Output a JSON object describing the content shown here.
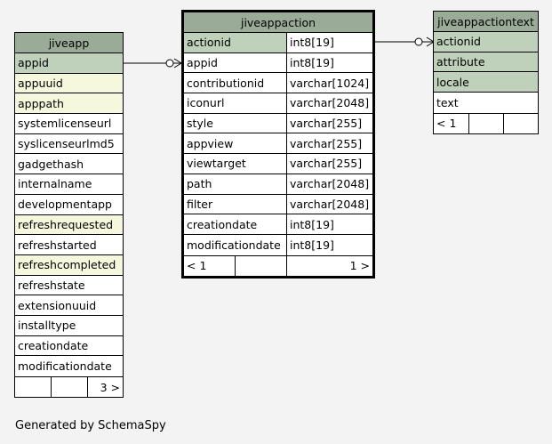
{
  "diagram": {
    "tables": {
      "jiveapp": {
        "name": "jiveapp",
        "columns": [
          {
            "name": "appid",
            "kind": "pk"
          },
          {
            "name": "appuuid",
            "kind": "idx"
          },
          {
            "name": "apppath",
            "kind": "idx"
          },
          {
            "name": "systemlicenseurl",
            "kind": "plain"
          },
          {
            "name": "syslicenseurlmd5",
            "kind": "plain"
          },
          {
            "name": "gadgethash",
            "kind": "plain"
          },
          {
            "name": "internalname",
            "kind": "plain"
          },
          {
            "name": "developmentapp",
            "kind": "plain"
          },
          {
            "name": "refreshrequested",
            "kind": "idx"
          },
          {
            "name": "refreshstarted",
            "kind": "plain"
          },
          {
            "name": "refreshcompleted",
            "kind": "idx"
          },
          {
            "name": "refreshstate",
            "kind": "plain"
          },
          {
            "name": "extensionuuid",
            "kind": "plain"
          },
          {
            "name": "installtype",
            "kind": "plain"
          },
          {
            "name": "creationdate",
            "kind": "plain"
          },
          {
            "name": "modificationdate",
            "kind": "plain"
          }
        ],
        "footer": {
          "parents": "",
          "children": "3 >"
        }
      },
      "jiveappaction": {
        "name": "jiveappaction",
        "columns": [
          {
            "name": "actionid",
            "type": "int8[19]",
            "kind": "pk"
          },
          {
            "name": "appid",
            "type": "int8[19]",
            "kind": "plain"
          },
          {
            "name": "contributionid",
            "type": "varchar[1024]",
            "kind": "plain"
          },
          {
            "name": "iconurl",
            "type": "varchar[2048]",
            "kind": "plain"
          },
          {
            "name": "style",
            "type": "varchar[255]",
            "kind": "plain"
          },
          {
            "name": "appview",
            "type": "varchar[255]",
            "kind": "plain"
          },
          {
            "name": "viewtarget",
            "type": "varchar[255]",
            "kind": "plain"
          },
          {
            "name": "path",
            "type": "varchar[2048]",
            "kind": "plain"
          },
          {
            "name": "filter",
            "type": "varchar[2048]",
            "kind": "plain"
          },
          {
            "name": "creationdate",
            "type": "int8[19]",
            "kind": "plain"
          },
          {
            "name": "modificationdate",
            "type": "int8[19]",
            "kind": "plain"
          }
        ],
        "footer": {
          "parents": "< 1",
          "children": "1 >"
        }
      },
      "jiveappactiontext": {
        "name": "jiveappactiontext",
        "columns": [
          {
            "name": "actionid",
            "kind": "pk"
          },
          {
            "name": "attribute",
            "kind": "pk"
          },
          {
            "name": "locale",
            "kind": "pk"
          },
          {
            "name": "text",
            "kind": "plain"
          }
        ],
        "footer": {
          "parents": "< 1",
          "children": ""
        }
      }
    },
    "relationships": [
      {
        "from": "jiveapp.appid",
        "to": "jiveappaction.appid"
      },
      {
        "from": "jiveappaction.actionid",
        "to": "jiveappactiontext.actionid"
      }
    ],
    "colors": {
      "header": "#9aac98",
      "primary_key": "#bfd0bb",
      "indexed": "#f5f8dd",
      "background": "#f3f3f3"
    },
    "generated_by": "Generated by SchemaSpy"
  }
}
